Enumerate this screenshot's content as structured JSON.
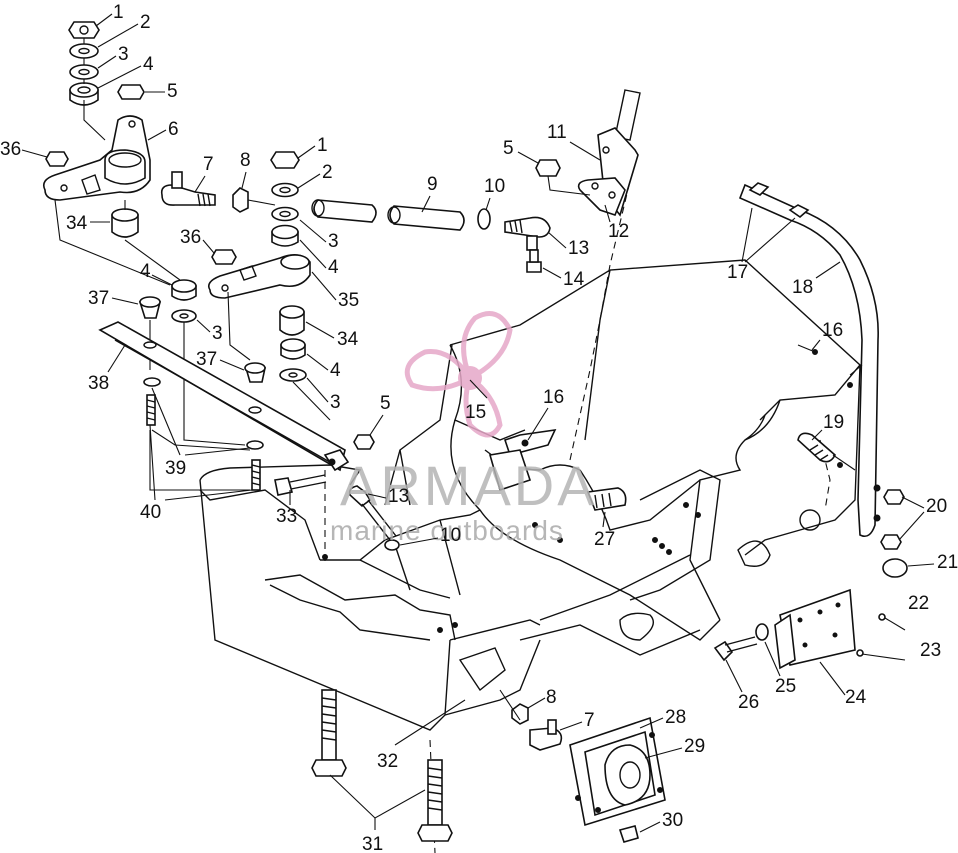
{
  "watermark": {
    "name": "ARMADA",
    "tagline": "marine outboards",
    "logo_color": "#e6a8c8",
    "text_color": "#b4b4b4"
  },
  "callouts": [
    {
      "id": "c1a",
      "label": "1"
    },
    {
      "id": "c2a",
      "label": "2"
    },
    {
      "id": "c3a",
      "label": "3"
    },
    {
      "id": "c4a",
      "label": "4"
    },
    {
      "id": "c5a",
      "label": "5"
    },
    {
      "id": "c6",
      "label": "6"
    },
    {
      "id": "c36a",
      "label": "36"
    },
    {
      "id": "c7a",
      "label": "7"
    },
    {
      "id": "c8a",
      "label": "8"
    },
    {
      "id": "c1b",
      "label": "1"
    },
    {
      "id": "c2b",
      "label": "2"
    },
    {
      "id": "c9",
      "label": "9"
    },
    {
      "id": "c10a",
      "label": "10"
    },
    {
      "id": "c5b",
      "label": "5"
    },
    {
      "id": "c11",
      "label": "11"
    },
    {
      "id": "c12",
      "label": "12"
    },
    {
      "id": "c13a",
      "label": "13"
    },
    {
      "id": "c14",
      "label": "14"
    },
    {
      "id": "c34a",
      "label": "34"
    },
    {
      "id": "c36b",
      "label": "36"
    },
    {
      "id": "c3b",
      "label": "3"
    },
    {
      "id": "c4b",
      "label": "4"
    },
    {
      "id": "c35",
      "label": "35"
    },
    {
      "id": "c37a",
      "label": "37"
    },
    {
      "id": "c4c",
      "label": "4"
    },
    {
      "id": "c3c",
      "label": "3"
    },
    {
      "id": "c34b",
      "label": "34"
    },
    {
      "id": "c38",
      "label": "38"
    },
    {
      "id": "c37b",
      "label": "37"
    },
    {
      "id": "c4d",
      "label": "4"
    },
    {
      "id": "c3d",
      "label": "3"
    },
    {
      "id": "c5c",
      "label": "5"
    },
    {
      "id": "c15",
      "label": "15"
    },
    {
      "id": "c16a",
      "label": "16"
    },
    {
      "id": "c16b",
      "label": "16"
    },
    {
      "id": "c17",
      "label": "17"
    },
    {
      "id": "c18",
      "label": "18"
    },
    {
      "id": "c19",
      "label": "19"
    },
    {
      "id": "c20",
      "label": "20"
    },
    {
      "id": "c21",
      "label": "21"
    },
    {
      "id": "c22",
      "label": "22"
    },
    {
      "id": "c23",
      "label": "23"
    },
    {
      "id": "c24",
      "label": "24"
    },
    {
      "id": "c25",
      "label": "25"
    },
    {
      "id": "c26",
      "label": "26"
    },
    {
      "id": "c39",
      "label": "39"
    },
    {
      "id": "c40",
      "label": "40"
    },
    {
      "id": "c33",
      "label": "33"
    },
    {
      "id": "c13b",
      "label": "13"
    },
    {
      "id": "c10b",
      "label": "10"
    },
    {
      "id": "c27",
      "label": "27"
    },
    {
      "id": "c8b",
      "label": "8"
    },
    {
      "id": "c7b",
      "label": "7"
    },
    {
      "id": "c28",
      "label": "28"
    },
    {
      "id": "c29",
      "label": "29"
    },
    {
      "id": "c30",
      "label": "30"
    },
    {
      "id": "c31",
      "label": "31"
    },
    {
      "id": "c32",
      "label": "32"
    }
  ]
}
